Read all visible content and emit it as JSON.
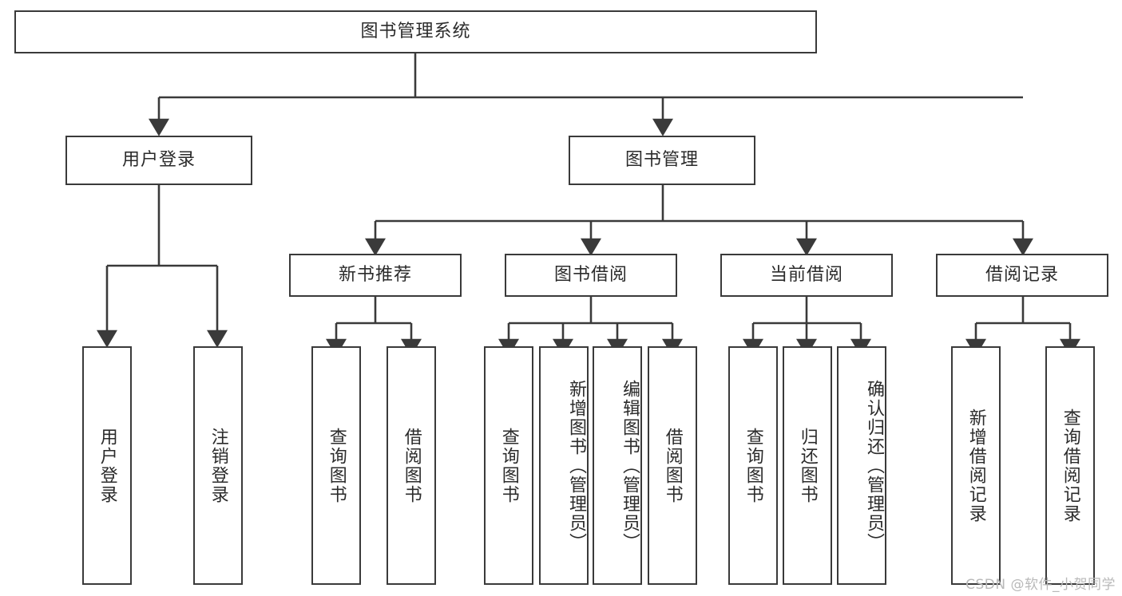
{
  "diagram": {
    "title": "图书管理系统",
    "type": "tree-hierarchy-chart",
    "stroke_color": "#3a3a3a",
    "background_color": "#ffffff",
    "text_color": "#2b2b2b"
  },
  "nodes": {
    "root": {
      "label": "图书管理系统",
      "orientation": "horizontal"
    },
    "level2": [
      {
        "label": "用户登录",
        "orientation": "horizontal"
      },
      {
        "label": "图书管理",
        "orientation": "horizontal"
      }
    ],
    "level3": [
      {
        "label": "新书推荐",
        "orientation": "horizontal"
      },
      {
        "label": "图书借阅",
        "orientation": "horizontal"
      },
      {
        "label": "当前借阅",
        "orientation": "horizontal"
      },
      {
        "label": "借阅记录",
        "orientation": "horizontal"
      }
    ],
    "leaves": {
      "user_login": [
        {
          "label": "用户登录",
          "orientation": "vertical"
        },
        {
          "label": "注销登录",
          "orientation": "vertical"
        }
      ],
      "new_book_recommend": [
        {
          "label": "查询图书",
          "orientation": "vertical"
        },
        {
          "label": "借阅图书",
          "orientation": "vertical"
        }
      ],
      "book_borrow": [
        {
          "label": "查询图书",
          "orientation": "vertical"
        },
        {
          "label": "新增图书（管理员）",
          "orientation": "vertical"
        },
        {
          "label": "编辑图书（管理员）",
          "orientation": "vertical"
        },
        {
          "label": "借阅图书",
          "orientation": "vertical"
        }
      ],
      "current_borrow": [
        {
          "label": "查询图书",
          "orientation": "vertical"
        },
        {
          "label": "归还图书",
          "orientation": "vertical"
        },
        {
          "label": "确认归还（管理员）",
          "orientation": "vertical"
        }
      ],
      "borrow_record": [
        {
          "label": "新增借阅记录",
          "orientation": "vertical"
        },
        {
          "label": "查询借阅记录",
          "orientation": "vertical"
        }
      ]
    }
  },
  "watermark": {
    "text": "CSDN @软件_小贺同学"
  }
}
